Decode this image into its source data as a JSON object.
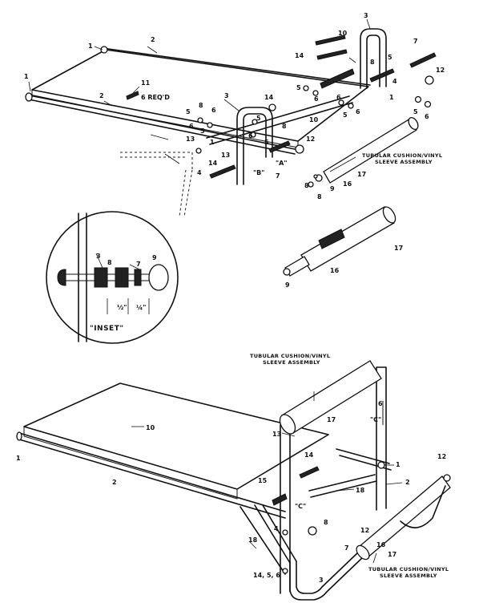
{
  "labels": {
    "n1": "1",
    "n2": "2",
    "n3": "3",
    "n4": "4",
    "n5": "5",
    "n6": "6",
    "n7": "7",
    "n8": "8",
    "n9": "9",
    "n10": "10",
    "n11": "11",
    "n12": "12",
    "n13": "13",
    "n14": "14",
    "n15": "15",
    "n16": "16",
    "n17": "17",
    "n18": "18",
    "req": "6 REQ'D",
    "A": "\"A\"",
    "B": "\"B\"",
    "C": "\"C\"",
    "half": "½\"",
    "quarter": "¼\"",
    "inset": "\"INSET\"",
    "grp1": "14, 5, 6"
  },
  "captions": {
    "tubular_line1": "TUBULAR CUSHION/VINYL",
    "tubular_line2": "SLEEVE ASSEMBLY"
  }
}
